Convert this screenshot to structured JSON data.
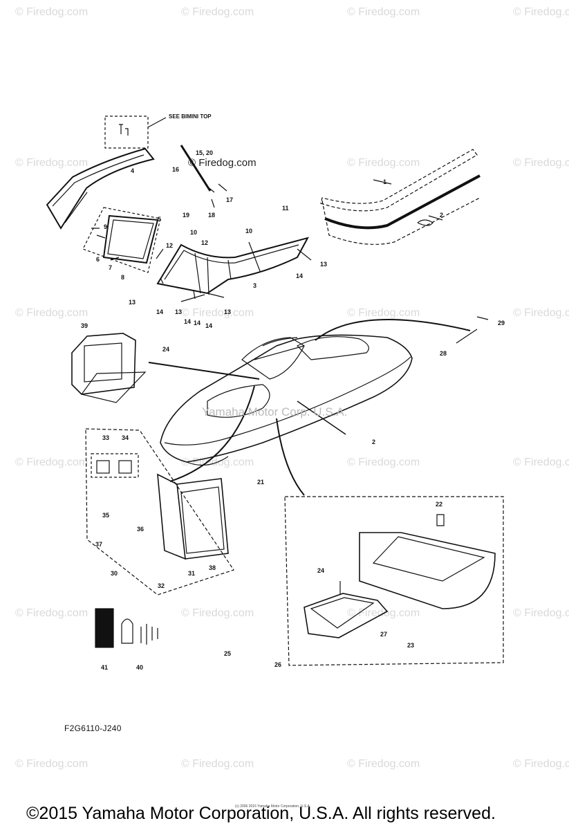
{
  "watermarks": {
    "text": "© Firedog.com",
    "positions": []
  },
  "center_watermark": "© Firedog.com",
  "boat_watermark": "Yamaha Motor Corp. U.S.A.",
  "note_label": "SEE BIMINI TOP",
  "diagram_code": "F2G6110-J240",
  "small_copyright": "(c) 2006 2016 Yamaha Motor Corporation, U.S.A.",
  "footer_copyright": "©2015 Yamaha Motor Corporation, U.S.A. All rights reserved.",
  "part_labels": {
    "p1": "1",
    "p2a": "2",
    "p2b": "2",
    "p3": "3",
    "p4": "4",
    "p5": "5",
    "p6": "6",
    "p7": "7",
    "p8": "8",
    "p9": "9",
    "p10a": "10",
    "p10b": "10",
    "p11": "11",
    "p12a": "12",
    "p12b": "12",
    "p13a": "13",
    "p13b": "13",
    "p13c": "13",
    "p13d": "13",
    "p14a": "14",
    "p14b": "14",
    "p14c": "14",
    "p14d": "14",
    "p14e": "14",
    "p15_20": "15, 20",
    "p16": "16",
    "p17": "17",
    "p18": "18",
    "p19": "19",
    "p21": "21",
    "p22": "22",
    "p23": "23",
    "p24a": "24",
    "p24b": "24",
    "p25": "25",
    "p26": "26",
    "p27": "27",
    "p28": "28",
    "p29": "29",
    "p30": "30",
    "p31": "31",
    "p32": "32",
    "p33": "33",
    "p34": "34",
    "p35": "35",
    "p36": "36",
    "p37": "37",
    "p38": "38",
    "p39": "39",
    "p40": "40",
    "p41": "41"
  }
}
